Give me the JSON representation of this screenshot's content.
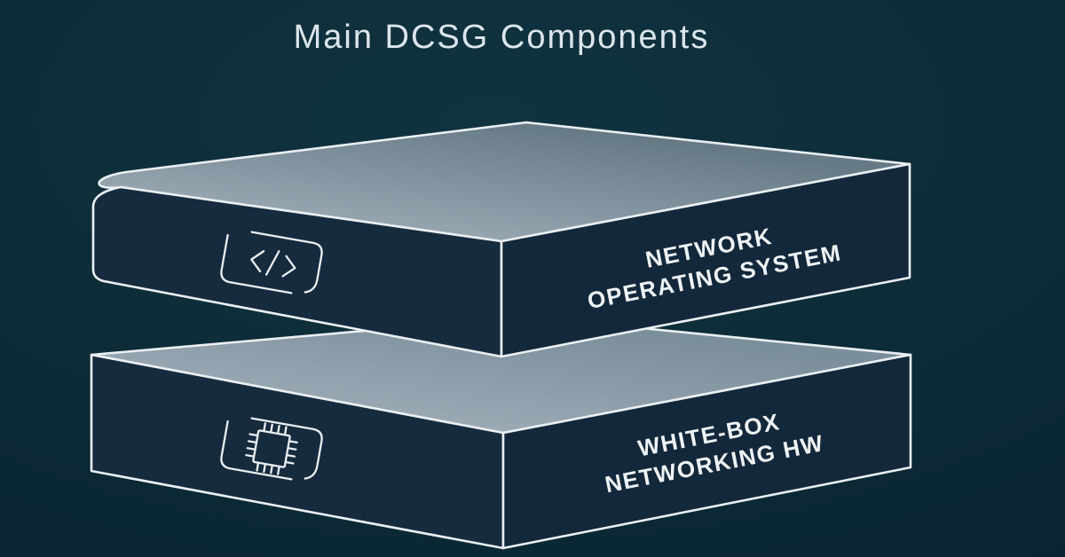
{
  "title": "Main DCSG Components",
  "diagram": {
    "layers": [
      {
        "id": "network-operating-system",
        "icon": "code-icon",
        "label_line1": "NETWORK",
        "label_line2": "OPERATING SYSTEM"
      },
      {
        "id": "white-box-networking-hw",
        "icon": "chip-icon",
        "label_line1": "WHITE-BOX",
        "label_line2": "NETWORKING HW"
      }
    ],
    "colors": {
      "background": "#0c2a36",
      "slab_top_face_light": "#97a7b2",
      "slab_top_face_dark": "#667a86",
      "front_face_left": "#162b3e",
      "front_face_right": "#13283a",
      "outline": "#e9eff3",
      "title_text": "#dbe6ec",
      "label_text": "#eef3f6"
    }
  }
}
